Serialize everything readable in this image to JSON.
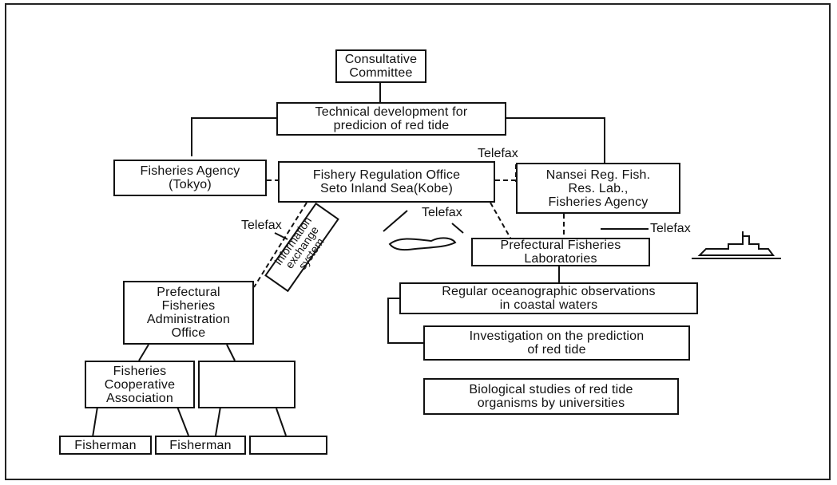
{
  "nodes": {
    "consultative": [
      "Consultative",
      "Committee"
    ],
    "technical": [
      "Technical development for",
      "predicion of red tide"
    ],
    "agency": [
      "Fisheries Agency",
      "(Tokyo)"
    ],
    "regulation": [
      "Fishery Regulation Office",
      "Seto Inland Sea(Kobe)"
    ],
    "nansei": [
      "Nansei  Reg. Fish.",
      "Res.  Lab.,",
      "Fisheries Agency"
    ],
    "pref_labs": [
      "Prefectural Fisheries",
      "Laboratories"
    ],
    "pref_admin": [
      "Prefectural",
      "Fisheries",
      "Administration",
      "Office"
    ],
    "coop": [
      "Fisheries",
      "Cooperative",
      "Association"
    ],
    "fisherman_1": "Fisherman",
    "fisherman_2": "Fisherman",
    "regular_obs": [
      "Regular oceanographic observations",
      "in coastal waters"
    ],
    "investigation": [
      "Investigation on the prediction",
      "of red tide"
    ],
    "biological": [
      "Biological studies of red tide",
      "organisms by universities"
    ],
    "info_system": [
      "Information",
      "exchange",
      "system"
    ]
  },
  "labels": {
    "telefax_top": "Telefax",
    "telefax_mid": "Telefax",
    "telefax_left": "Telefax",
    "telefax_right": "Telefax"
  }
}
